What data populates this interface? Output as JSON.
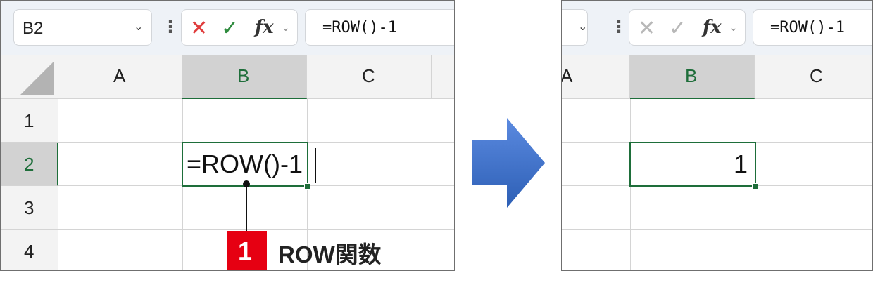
{
  "left": {
    "name_box": "B2",
    "formula_bar": "=ROW()-1",
    "columns": [
      "A",
      "B",
      "C"
    ],
    "rows": [
      "1",
      "2",
      "3",
      "4"
    ],
    "cell_edit": "=ROW()-1",
    "callout": {
      "number": "1",
      "label": "ROW関数"
    }
  },
  "right": {
    "formula_bar": "=ROW()-1",
    "columns": [
      "A",
      "B",
      "C"
    ],
    "cell_value": "1"
  },
  "colors": {
    "accent": "#1e6e3a",
    "callout_red": "#e60012",
    "arrow_blue": "#3a6fc9",
    "cancel_red": "#e03c3c",
    "confirm_green": "#2e8b3e"
  }
}
